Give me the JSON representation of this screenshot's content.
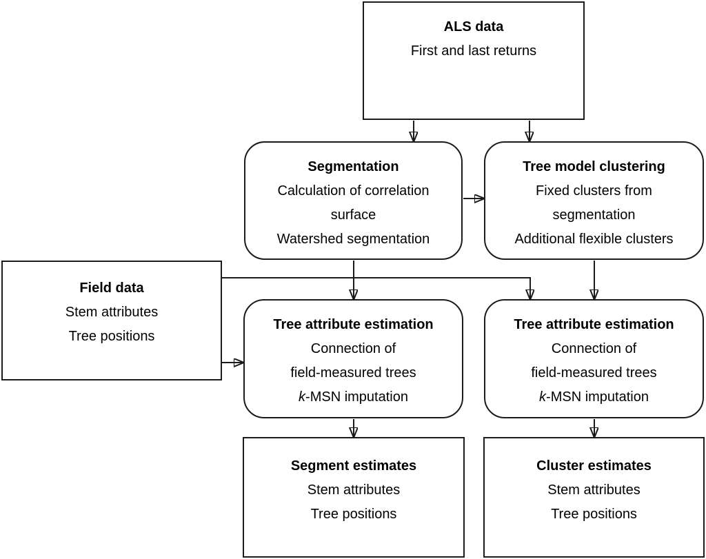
{
  "diagram": {
    "background_color": "#ffffff",
    "line_color": "#1a1a1a",
    "text_color": "#000000"
  },
  "nodes": {
    "als_data": {
      "title": "ALS data",
      "line1": "First and last returns"
    },
    "segmentation": {
      "title": "Segmentation",
      "line1": "Calculation of correlation",
      "line2": "surface",
      "line3": "Watershed segmentation"
    },
    "tree_model_clustering": {
      "title": "Tree model clustering",
      "line1": "Fixed clusters from",
      "line2": "segmentation",
      "line3": "Additional flexible clusters"
    },
    "field_data": {
      "title": "Field data",
      "line1": "Stem attributes",
      "line2": "Tree positions"
    },
    "tree_attribute_estimation_left": {
      "title": "Tree attribute estimation",
      "line1": "Connection of",
      "line2": "field-measured trees",
      "line3_italic": "k",
      "line3_rest": "-MSN imputation"
    },
    "tree_attribute_estimation_right": {
      "title": "Tree attribute estimation",
      "line1": "Connection of",
      "line2": "field-measured trees",
      "line3_italic": "k",
      "line3_rest": "-MSN imputation"
    },
    "segment_estimates": {
      "title": "Segment estimates",
      "line1": "Stem attributes",
      "line2": "Tree positions"
    },
    "cluster_estimates": {
      "title": "Cluster estimates",
      "line1": "Stem attributes",
      "line2": "Tree positions"
    }
  },
  "edges": [
    {
      "from": "als_data",
      "to": "segmentation"
    },
    {
      "from": "als_data",
      "to": "tree_model_clustering"
    },
    {
      "from": "segmentation",
      "to": "tree_model_clustering"
    },
    {
      "from": "segmentation",
      "to": "tree_attribute_estimation_left"
    },
    {
      "from": "tree_model_clustering",
      "to": "tree_attribute_estimation_right"
    },
    {
      "from": "field_data",
      "to": "tree_attribute_estimation_right"
    },
    {
      "from": "field_data",
      "to": "tree_attribute_estimation_left"
    },
    {
      "from": "tree_attribute_estimation_left",
      "to": "segment_estimates"
    },
    {
      "from": "tree_attribute_estimation_right",
      "to": "cluster_estimates"
    }
  ]
}
